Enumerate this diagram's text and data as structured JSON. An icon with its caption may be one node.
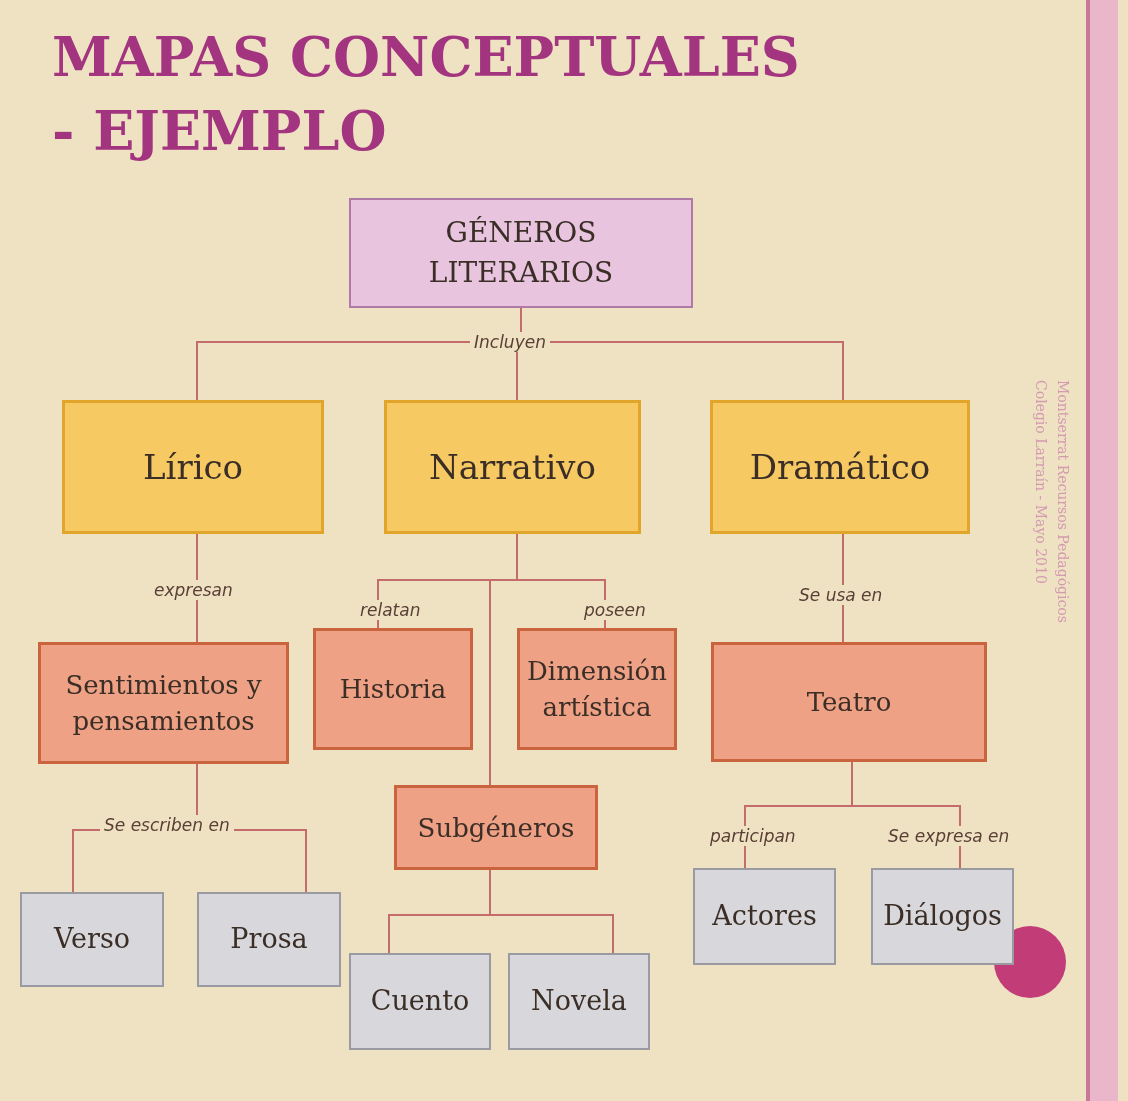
{
  "diagram": {
    "title": "MAPAS CONCEPTUALES - EJEMPLO",
    "nodes": [
      {
        "text": [
          "GÉNEROS LITERARIOS"
        ]
      },
      {
        "text": [
          "Lírico"
        ]
      },
      {
        "text": [
          "Narrativo"
        ]
      },
      {
        "text": [
          "Dramático"
        ]
      },
      {
        "text": [
          "Sentimientos y pensamientos"
        ]
      },
      {
        "text": [
          "Historia"
        ]
      },
      {
        "text": [
          "Dimensión artística"
        ]
      },
      {
        "text": [
          "Subgéneros"
        ]
      },
      {
        "text": [
          "Teatro"
        ]
      },
      {
        "text": [
          "Verso"
        ]
      },
      {
        "text": [
          "Prosa"
        ]
      },
      {
        "text": [
          "Cuento"
        ]
      },
      {
        "text": [
          "Novela"
        ]
      },
      {
        "text": [
          "Actores"
        ]
      },
      {
        "text": [
          "Diálogos"
        ]
      }
    ],
    "edges": [
      {
        "from": 0,
        "to": 1,
        "arrow": "none"
      },
      {
        "from": 0,
        "to": 2,
        "arrow": "none",
        "label": "Incluyen"
      },
      {
        "from": 0,
        "to": 3,
        "arrow": "none"
      },
      {
        "from": 1,
        "to": 4,
        "arrow": "none",
        "label": "expresan"
      },
      {
        "from": 2,
        "to": 5,
        "arrow": "none",
        "label": "relatan"
      },
      {
        "from": 2,
        "to": 6,
        "arrow": "none",
        "label": "poseen"
      },
      {
        "from": 2,
        "to": 7,
        "arrow": "none"
      },
      {
        "from": 3,
        "to": 8,
        "arrow": "none",
        "label": "Se usa en"
      },
      {
        "from": 4,
        "to": 9,
        "arrow": "none",
        "label": "Se escriben en"
      },
      {
        "from": 4,
        "to": 10,
        "arrow": "none"
      },
      {
        "from": 7,
        "to": 11,
        "arrow": "none"
      },
      {
        "from": 7,
        "to": 12,
        "arrow": "none"
      },
      {
        "from": 8,
        "to": 13,
        "arrow": "none",
        "label": "participan"
      },
      {
        "from": 8,
        "to": 14,
        "arrow": "none",
        "label": "Se expresa en"
      }
    ],
    "labels": [
      "Montserrat Recursos Pedagógicos",
      "Colegio Larraín - Mayo 2010"
    ]
  }
}
